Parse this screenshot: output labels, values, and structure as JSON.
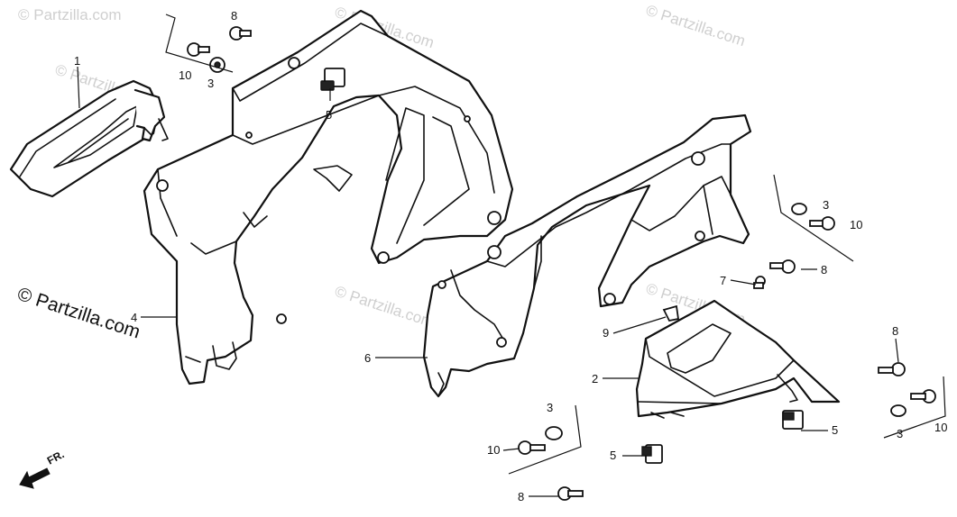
{
  "watermark": "© Partzilla.com",
  "copyright": "© Partzilla.com",
  "front_indicator": "FR.",
  "callouts": {
    "c1": "1",
    "c2": "2",
    "c3a": "3",
    "c3b": "3",
    "c3c": "3",
    "c3d": "3",
    "c4": "4",
    "c5a": "5",
    "c5b": "5",
    "c5c": "5",
    "c6": "6",
    "c7": "7",
    "c8a": "8",
    "c8b": "8",
    "c8c": "8",
    "c8d": "8",
    "c9": "9",
    "c10a": "10",
    "c10b": "10",
    "c10c": "10",
    "c10d": "10"
  }
}
